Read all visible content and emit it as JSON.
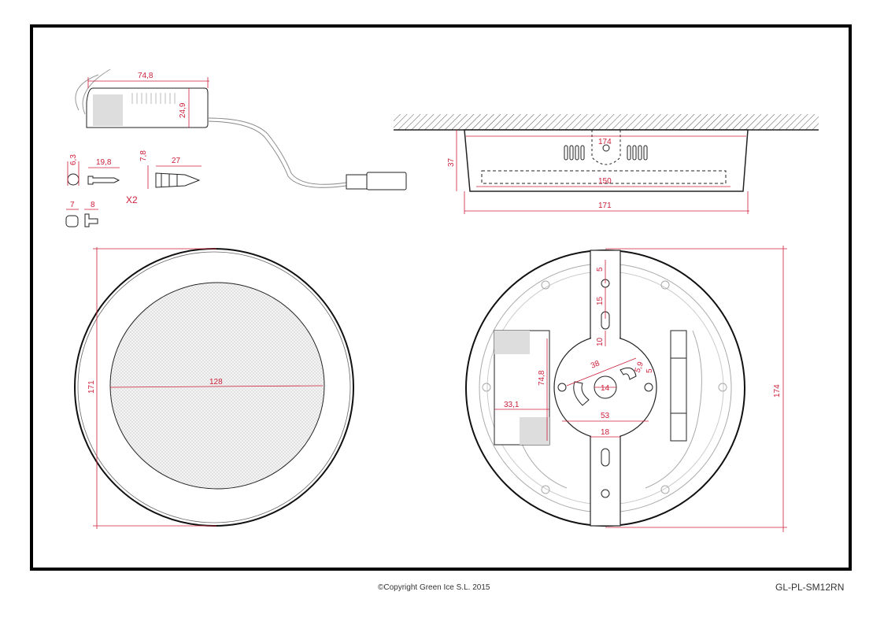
{
  "dimensions": {
    "driver_length": "74,8",
    "driver_height": "24,9",
    "screw_head": "6,3",
    "screw_length": "19,8",
    "plug_dia": "7,8",
    "plug_length": "27",
    "quantity": "X2",
    "washer_dia": "7",
    "washer_len": "8",
    "side_top_width": "174",
    "side_height": "37",
    "side_inner_width": "150",
    "side_bottom_width": "171",
    "front_outer": "171",
    "front_inner": "128",
    "back_outer": "174",
    "bracket_a": "5",
    "bracket_b": "15",
    "bracket_c": "10",
    "plate_slot_span": "38",
    "plate_slot_w": "5,9",
    "plate_hole_edge": "5",
    "center_hole": "14",
    "plate_width": "53",
    "bracket_width": "18",
    "driver_back_length": "74,8",
    "driver_back_width": "33,1"
  },
  "footer": {
    "copyright": "©Copyright Green Ice S.L. 2015",
    "model_code": "GL-PL-SM12RN"
  },
  "colors": {
    "dimension": "#cc1f3a",
    "line": "#222222",
    "frame": "#000000"
  }
}
